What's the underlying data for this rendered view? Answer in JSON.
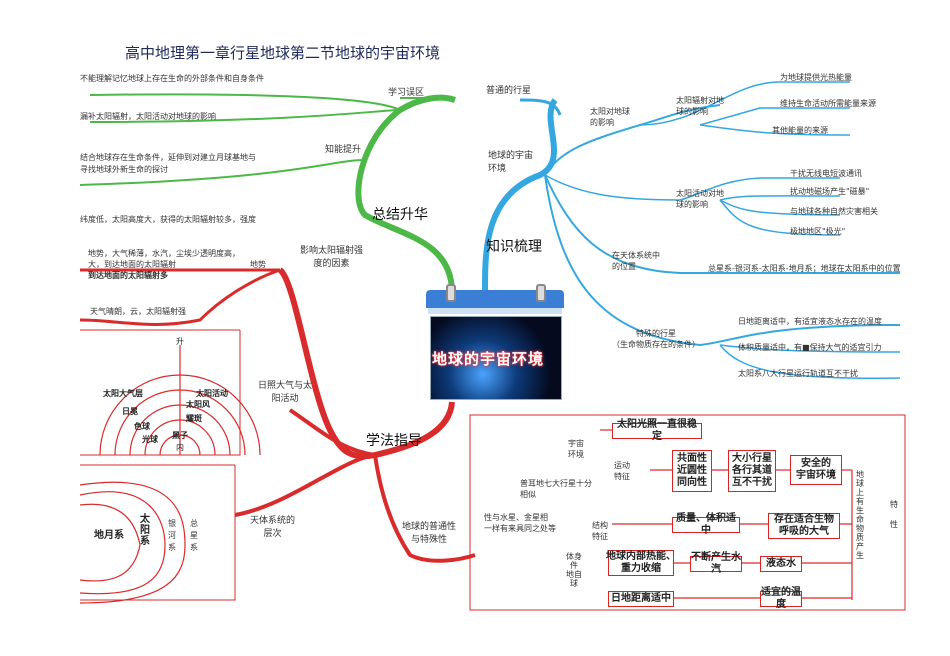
{
  "title": "高中地理第一章行星地球第二节地球的宇宙环境",
  "center": {
    "label": "地球的宇宙环境"
  },
  "branches": {
    "summary": "总结升华",
    "knowledge": "知识梳理",
    "method": "学法指导"
  },
  "summary": {
    "mistakes_label": "学习误区",
    "ability_label": "知能提升",
    "items": [
      "不能理解记忆地球上存在生命的外部条件和自身条件",
      "漏补太阳辐射，太阳活动对地球的影响",
      "结合地球存在生命条件，延伸到对建立月球基地与",
      "寻找地球外新生命的探讨"
    ]
  },
  "knowledge": {
    "ordinary_planet": "普通的行星",
    "cosmic_env": "地球的宇宙\n环境",
    "sun_effect": "太阳对地球\n的影响",
    "radiation": "太阳辐射对地\n球的影响",
    "activity": "太阳活动对地\n球的影响",
    "rad_items": [
      "为地球提供光热能量",
      "维持生命活动所需能量来源",
      "其他能量的来源"
    ],
    "act_items": [
      "干扰无线电短波通讯",
      "扰动地磁场产生\"磁暴\"",
      "与地球各种自然灾害相关",
      "极地地区\"极光\""
    ],
    "position_label": "在天体系统中\n的位置",
    "position_text": "总星系-银河系-太阳系-地月系；地球在太阳系中的位置",
    "special_label": "特殊的行星\n（生命物质存在的条件）",
    "special_items": [
      "日地距离适中，有适宜液态水存在的温度",
      "体积质量适中，有■保持大气的适宜引力",
      "太阳系八大行星运行轨道互不干扰"
    ]
  },
  "method": {
    "radiation_factors": "影响太阳辐射强\n度的因素",
    "terrain": "地势",
    "rad_items": [
      "纬度低，太阳高度大，获得的太阳辐射较多，强度",
      "地势，大气稀薄，水汽，尘埃少透明度高，",
      "大，到达地面的太阳辐射",
      "到达地面的太阳辐射多",
      "天气晴朗，云，太阳辐射强"
    ],
    "atmosphere_label": "日照大气与太\n阳活动",
    "fan_labels": [
      "太阳大气层",
      "太阳活动",
      "日冕",
      "耀斑",
      "色球",
      "太阳风",
      "光球",
      "黑子"
    ],
    "fan_axis": "升",
    "fan_inner": "内",
    "celestial_label": "天体系统的\n层次",
    "celestial_boxes": [
      "地月系",
      "太阳系",
      "银河系",
      "总星系"
    ],
    "common_label": "地球的普通性\n与特殊性",
    "sun_stable": "太阳光照一直很稳定",
    "outside_env": "宇宙\n环境",
    "motion": "运动\n特征",
    "planet_compare": "普耳地七大行星十分\n相似",
    "same_orbit": "共面性\n近圆性\n同向性",
    "no_interfere": "大小行星\n各行其道\n互不干扰",
    "safe_env": "安全的\n宇宙环境",
    "common_text": "性与水星、金星相\n一样有来具同之处等",
    "mass": "质量、体积适中",
    "atmo": "存在适合生物\n呼吸的大气",
    "structure": "结构\n特征",
    "self_cond": "体身\n件\n地自\n球",
    "interior": "地球内部热能、\n重力收缩",
    "water_vapor": "不断产生水汽",
    "liquid": "液态水",
    "distance": "日地距离适中",
    "temperature": "适宜的温度",
    "life_side": "地\n球\n上\n有\n生\n命\n物\n质\n产\n生",
    "special_side": "特\n性"
  },
  "colors": {
    "green": "#4cb847",
    "blue": "#34a7e0",
    "red": "#d92b2b",
    "title": "#1f2a5a"
  }
}
